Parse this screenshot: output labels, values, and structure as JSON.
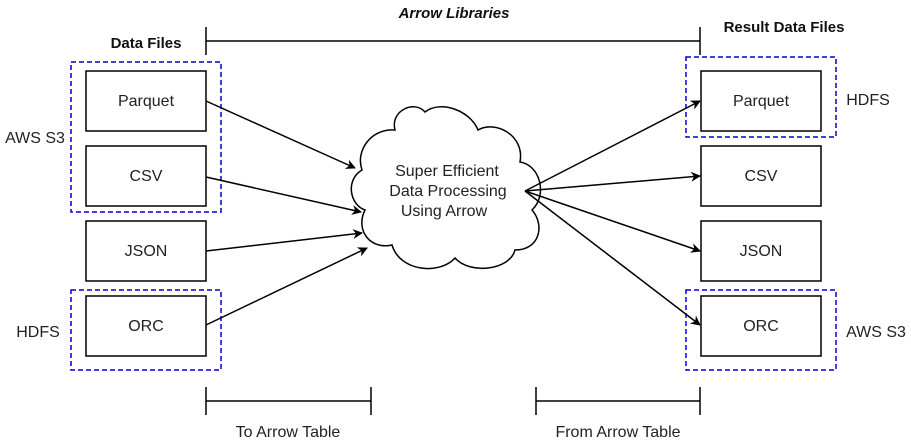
{
  "title": "Arrow Libraries",
  "headers": {
    "left": "Data Files",
    "right": "Result Data Files"
  },
  "center": {
    "lines": [
      "Super Efficient",
      "Data Processing",
      "Using Arrow"
    ]
  },
  "input_files": [
    "Parquet",
    "CSV",
    "JSON",
    "ORC"
  ],
  "output_files": [
    "Parquet",
    "CSV",
    "JSON",
    "ORC"
  ],
  "groups": {
    "left_top": "AWS S3",
    "left_bottom": "HDFS",
    "right_top": "HDFS",
    "right_bottom": "AWS S3"
  },
  "brackets": {
    "to": "To Arrow Table",
    "from": "From Arrow Table"
  },
  "colors": {
    "group_border": "#0000cc",
    "stroke": "#000000"
  }
}
